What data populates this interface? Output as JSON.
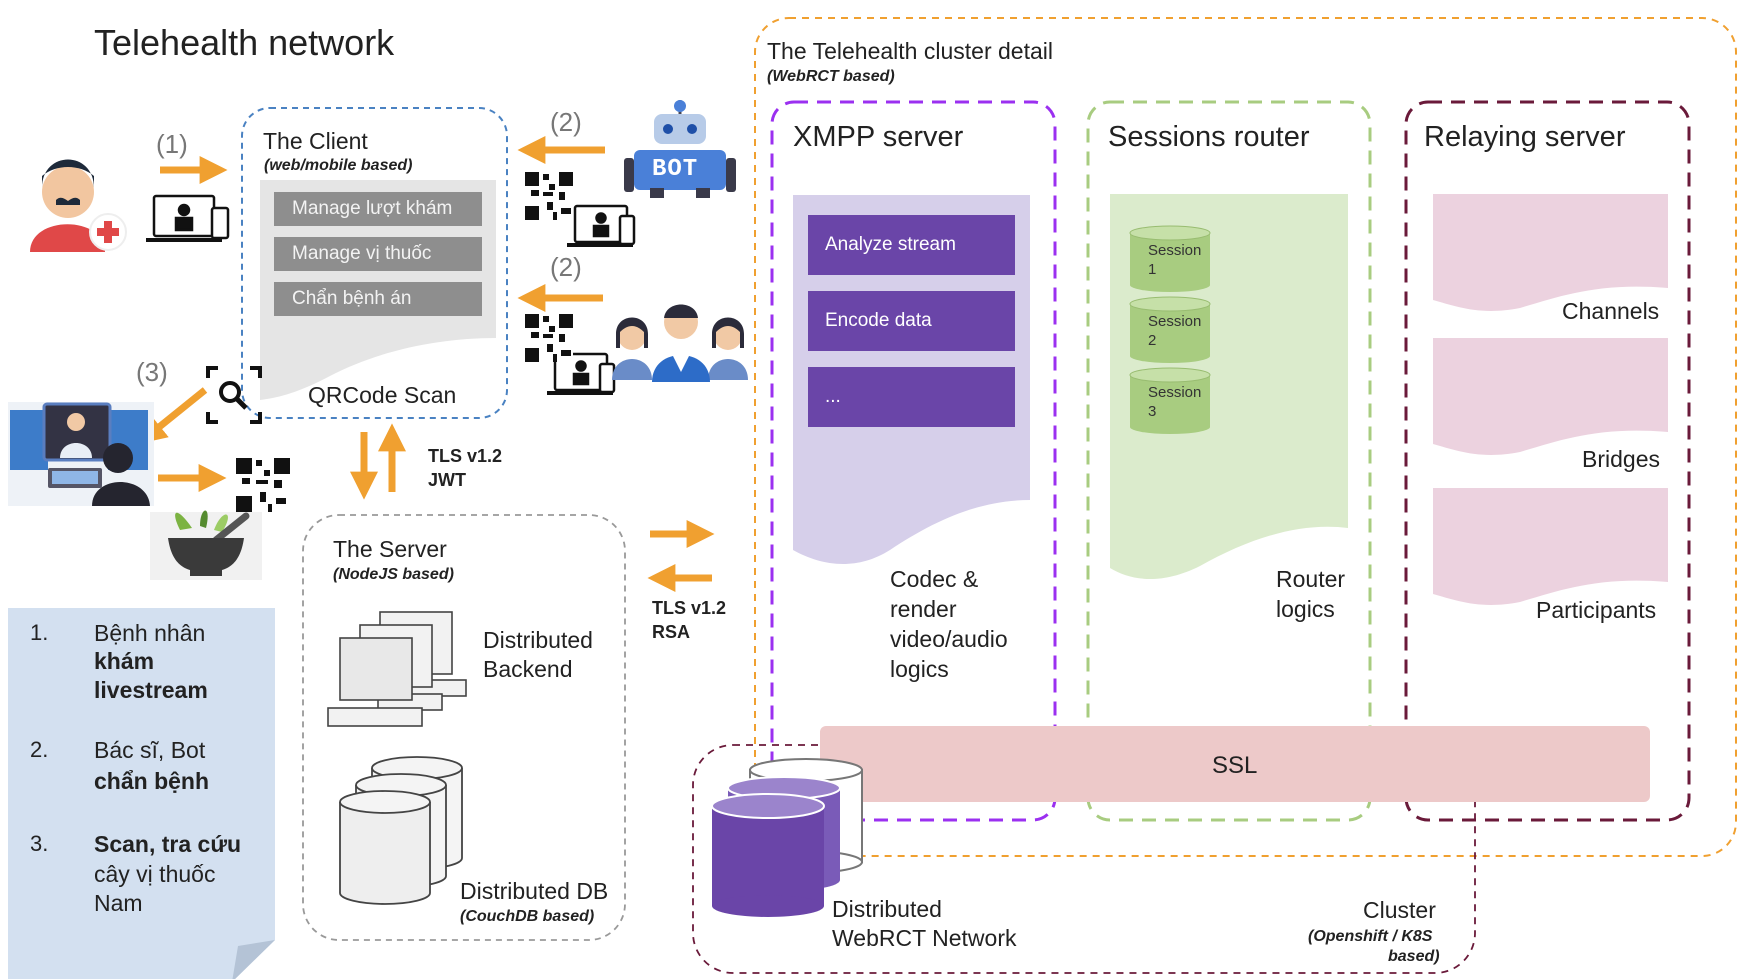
{
  "title": "Telehealth network",
  "client": {
    "title": "The Client",
    "subtitle": "(web/mobile based)",
    "buttons": [
      "Manage lượt khám",
      "Manage vị thuốc",
      "Chẩn bệnh án"
    ],
    "caption": "QRCode Scan"
  },
  "steps": {
    "s1": "(1)",
    "s2a": "(2)",
    "s2b": "(2)",
    "s3": "(3)"
  },
  "tls_client": {
    "line1": "TLS v1.2",
    "line2": "JWT"
  },
  "tls_server": {
    "line1": "TLS v1.2",
    "line2": "RSA"
  },
  "server": {
    "title": "The Server",
    "subtitle": "(NodeJS based)",
    "backend": [
      "Distributed",
      "Backend"
    ],
    "db": "Distributed DB",
    "db_sub": "(CouchDB based)"
  },
  "legend": {
    "items": [
      {
        "num": "1.",
        "lines": [
          {
            "text": "Bệnh nhân",
            "bold": false
          },
          {
            "text": "khám",
            "bold": true
          },
          {
            "text": "livestream",
            "bold": true
          }
        ]
      },
      {
        "num": "2.",
        "lines": [
          {
            "text": "Bác sĩ, Bot",
            "bold": false
          },
          {
            "text": "chẩn bệnh",
            "bold": true
          }
        ]
      },
      {
        "num": "3.",
        "lines": [
          {
            "text": "Scan, tra cứu",
            "bold": true
          },
          {
            "text": "cây vị thuốc",
            "bold": false
          },
          {
            "text": "Nam",
            "bold": false
          }
        ]
      }
    ]
  },
  "cluster_detail": {
    "title": "The Telehealth cluster detail",
    "subtitle": "(WebRCT based)"
  },
  "xmpp": {
    "title": "XMPP server",
    "items": [
      "Analyze stream",
      "Encode data",
      "..."
    ],
    "caption": [
      "Codec &",
      "render",
      "video/audio",
      "logics"
    ]
  },
  "router": {
    "title": "Sessions router",
    "sessions": [
      [
        "Session",
        "1"
      ],
      [
        "Session",
        "2"
      ],
      [
        "Session",
        "3"
      ]
    ],
    "caption": [
      "Router",
      "logics"
    ]
  },
  "relay": {
    "title": "Relaying server",
    "docs": [
      "Channels",
      "Bridges",
      "Participants"
    ]
  },
  "ssl": "SSL",
  "network": [
    "Distributed",
    "WebRCT Network"
  ],
  "cluster": {
    "title": "Cluster",
    "sub1": "(Openshift / K8S",
    "sub2": "based)"
  },
  "bot_label": "BOT",
  "colors": {
    "orange": "#f0a030",
    "purple": "#6a45a8",
    "green": "#a8cc80",
    "maroon": "#6a1a3a",
    "ssl": "#edc9c9",
    "legend": "#d3e0f0"
  }
}
